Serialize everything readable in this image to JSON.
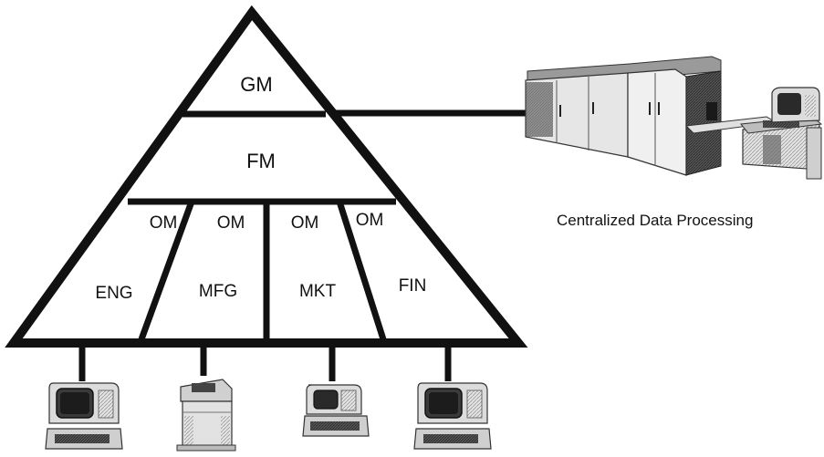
{
  "diagram": {
    "levels": {
      "top": "GM",
      "middle": "FM",
      "departments": [
        {
          "om": "OM",
          "name": "ENG"
        },
        {
          "om": "OM",
          "name": "MFG"
        },
        {
          "om": "OM",
          "name": "MKT"
        },
        {
          "om": "OM",
          "name": "FIN"
        }
      ]
    },
    "central_caption": "Centralized Data Processing",
    "devices": [
      "terminal-icon",
      "printer-icon",
      "terminal-icon",
      "terminal-icon"
    ],
    "central_icon": "mainframe-computer-icon",
    "colors": {
      "ink": "#111111",
      "paper": "#ffffff",
      "equipment": "#d8d8d8"
    }
  }
}
